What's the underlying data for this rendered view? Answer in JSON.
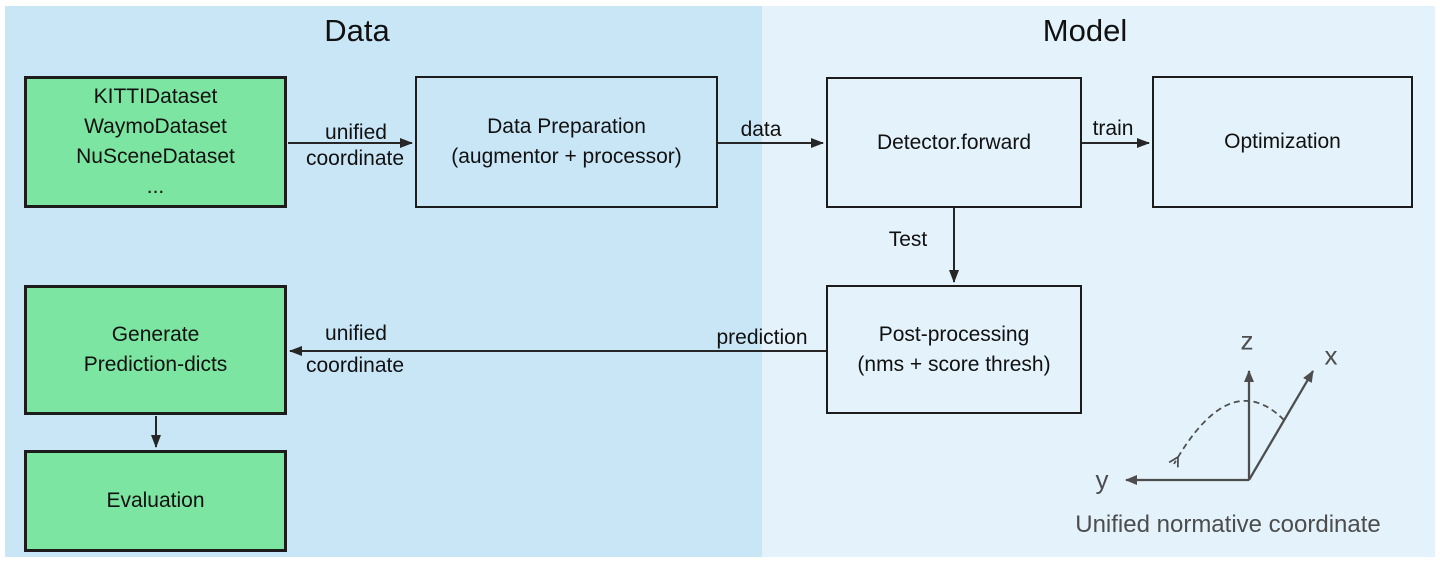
{
  "titles": {
    "data": "Data",
    "model": "Model"
  },
  "boxes": {
    "datasets": {
      "text": "KITTIDataset\nWaymoDataset\nNuSceneDataset\n..."
    },
    "data_preparation": {
      "text": "Data Preparation\n(augmentor + processor)"
    },
    "detector": {
      "text": "Detector.forward"
    },
    "optimization": {
      "text": "Optimization"
    },
    "post_processing": {
      "text": "Post-processing\n(nms + score thresh)"
    },
    "generate_predictions": {
      "text": "Generate\nPrediction-dicts"
    },
    "evaluation": {
      "text": "Evaluation"
    }
  },
  "edge_labels": {
    "top_unified": "unified",
    "top_coordinate": "coordinate",
    "data": "data",
    "train": "train",
    "test": "Test",
    "prediction": "prediction",
    "bottom_unified": "unified",
    "bottom_coordinate": "coordinate"
  },
  "axes": {
    "z": "z",
    "x": "x",
    "y": "y",
    "caption": "Unified normative coordinate"
  },
  "colors": {
    "panel_left": "#c9e6f7",
    "panel_right": "#e4f2fb",
    "box_green": "#7ce5a1",
    "box_border": "#1c1c1c",
    "arrow_color": "#262626",
    "axes_gray": "#4d4d4d",
    "text_color": "#111111"
  }
}
